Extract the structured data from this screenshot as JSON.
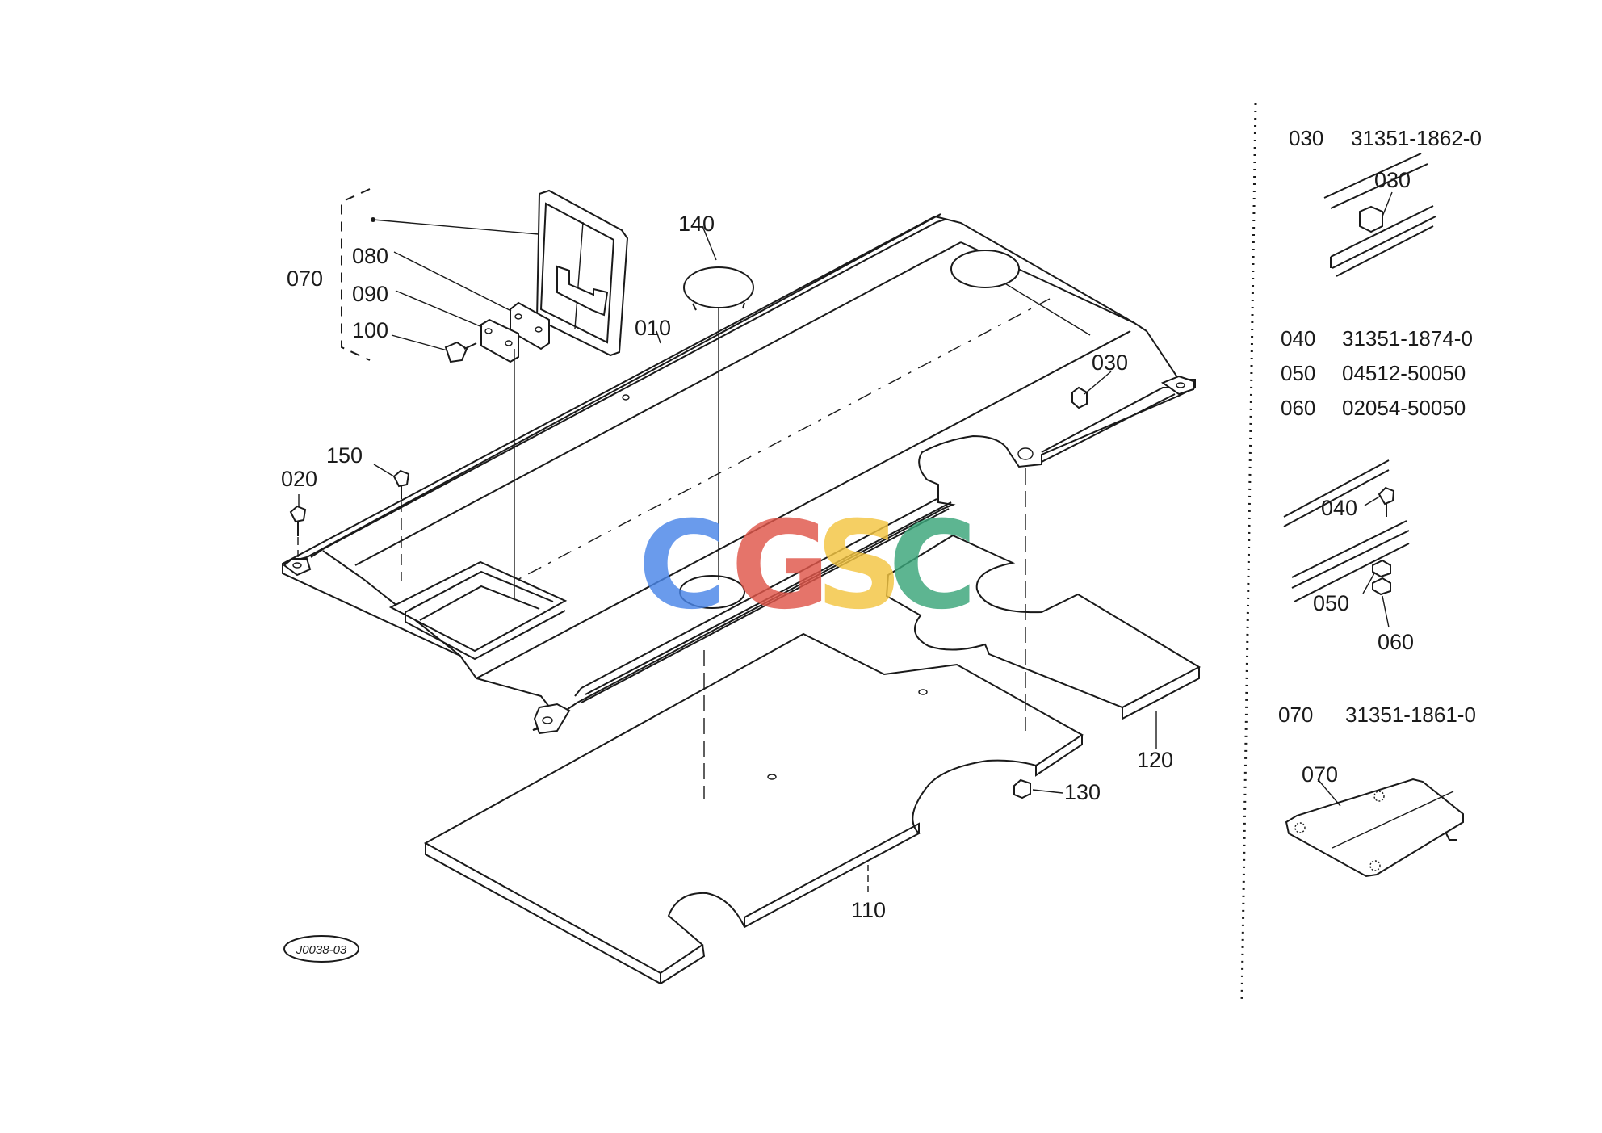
{
  "diagram": {
    "callouts": {
      "p010": "010",
      "p020": "020",
      "p030": "030",
      "p070": "070",
      "p080": "080",
      "p090": "090",
      "p100": "100",
      "p110": "110",
      "p120": "120",
      "p130": "130",
      "p140": "140",
      "p150": "150"
    },
    "drawing_code": "J0038-03",
    "watermark": {
      "letters": [
        "C",
        "G",
        "S",
        "C"
      ],
      "colors": [
        "#4a86e8",
        "#e0564a",
        "#f4c542",
        "#3aa57a"
      ]
    }
  },
  "parts_panel": {
    "entries": [
      {
        "num": "030",
        "part": "31351-1862-0"
      },
      {
        "num": "040",
        "part": "31351-1874-0"
      },
      {
        "num": "050",
        "part": "04512-50050"
      },
      {
        "num": "060",
        "part": "02054-50050"
      },
      {
        "num": "070",
        "part": "31351-1861-0"
      }
    ],
    "detail_labels": {
      "d030": "030",
      "d040": "040",
      "d050": "050",
      "d060": "060",
      "d070": "070"
    }
  }
}
